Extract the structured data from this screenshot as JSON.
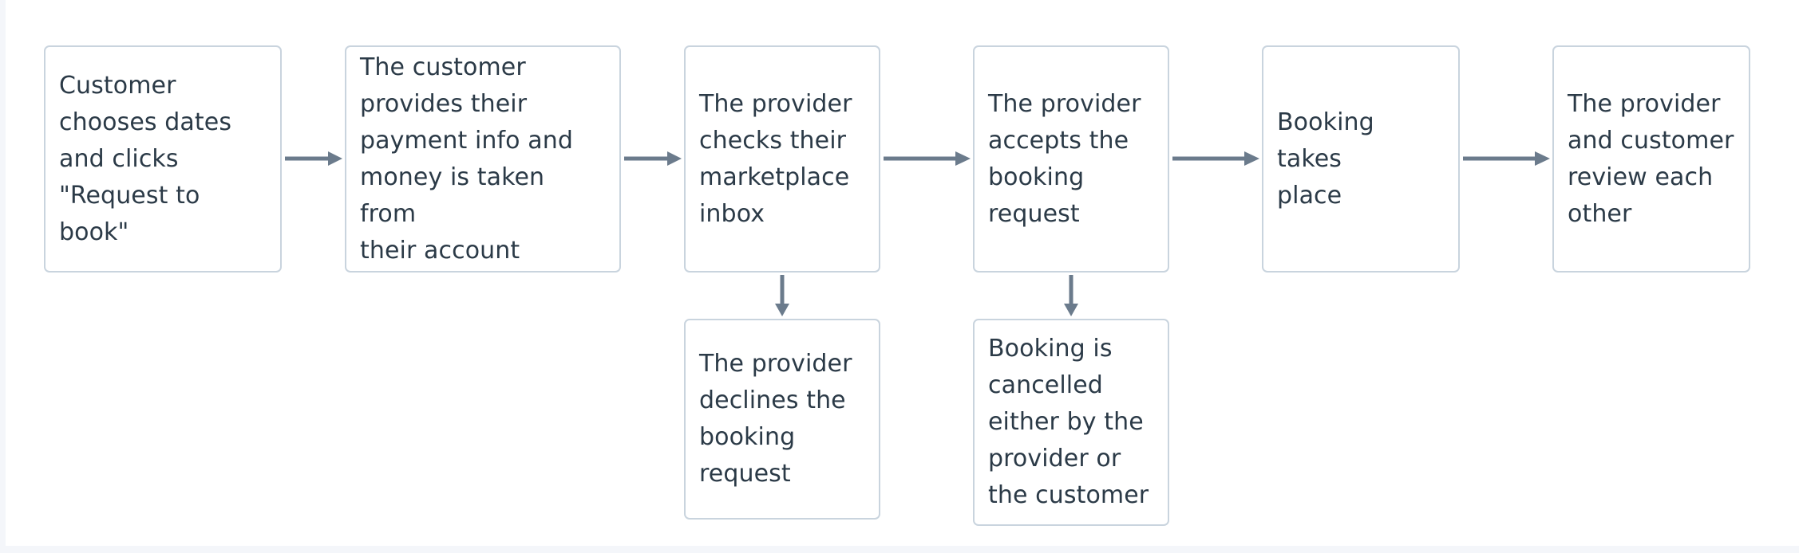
{
  "diagram": {
    "type": "flowchart",
    "orientation": "left-to-right",
    "colors": {
      "node_border": "#c9d4de",
      "node_fill": "#ffffff",
      "text": "#2b3a47",
      "arrow": "#6b7b8c",
      "page_background": "#ffffff",
      "edge_strip": "#f4f6fa"
    },
    "nodes": [
      {
        "id": "n1",
        "row": "top",
        "label": "Customer\nchooses dates\nand clicks\n\"Request to book\""
      },
      {
        "id": "n2",
        "row": "top",
        "label": "The customer\nprovides their\npayment info and\nmoney is taken from\ntheir account"
      },
      {
        "id": "n3",
        "row": "top",
        "label": "The provider\nchecks their\nmarketplace\ninbox"
      },
      {
        "id": "n4",
        "row": "top",
        "label": "The provider\naccepts the\nbooking\nrequest"
      },
      {
        "id": "n5",
        "row": "top",
        "label": "Booking takes\nplace"
      },
      {
        "id": "n6",
        "row": "top",
        "label": "The provider\nand customer\nreview each\nother"
      },
      {
        "id": "n7",
        "row": "bottom",
        "label": "The provider\ndeclines the\nbooking\nrequest"
      },
      {
        "id": "n8",
        "row": "bottom",
        "label": "Booking is\ncancelled\neither by the\nprovider or\nthe customer"
      }
    ],
    "edges": [
      {
        "id": "e1",
        "from": "n1",
        "to": "n2",
        "direction": "right"
      },
      {
        "id": "e2",
        "from": "n2",
        "to": "n3",
        "direction": "right"
      },
      {
        "id": "e3",
        "from": "n3",
        "to": "n4",
        "direction": "right"
      },
      {
        "id": "e4",
        "from": "n4",
        "to": "n5",
        "direction": "right"
      },
      {
        "id": "e5",
        "from": "n5",
        "to": "n6",
        "direction": "right"
      },
      {
        "id": "e6",
        "from": "n3",
        "to": "n7",
        "direction": "down"
      },
      {
        "id": "e7",
        "from": "n4",
        "to": "n8",
        "direction": "down"
      }
    ]
  }
}
